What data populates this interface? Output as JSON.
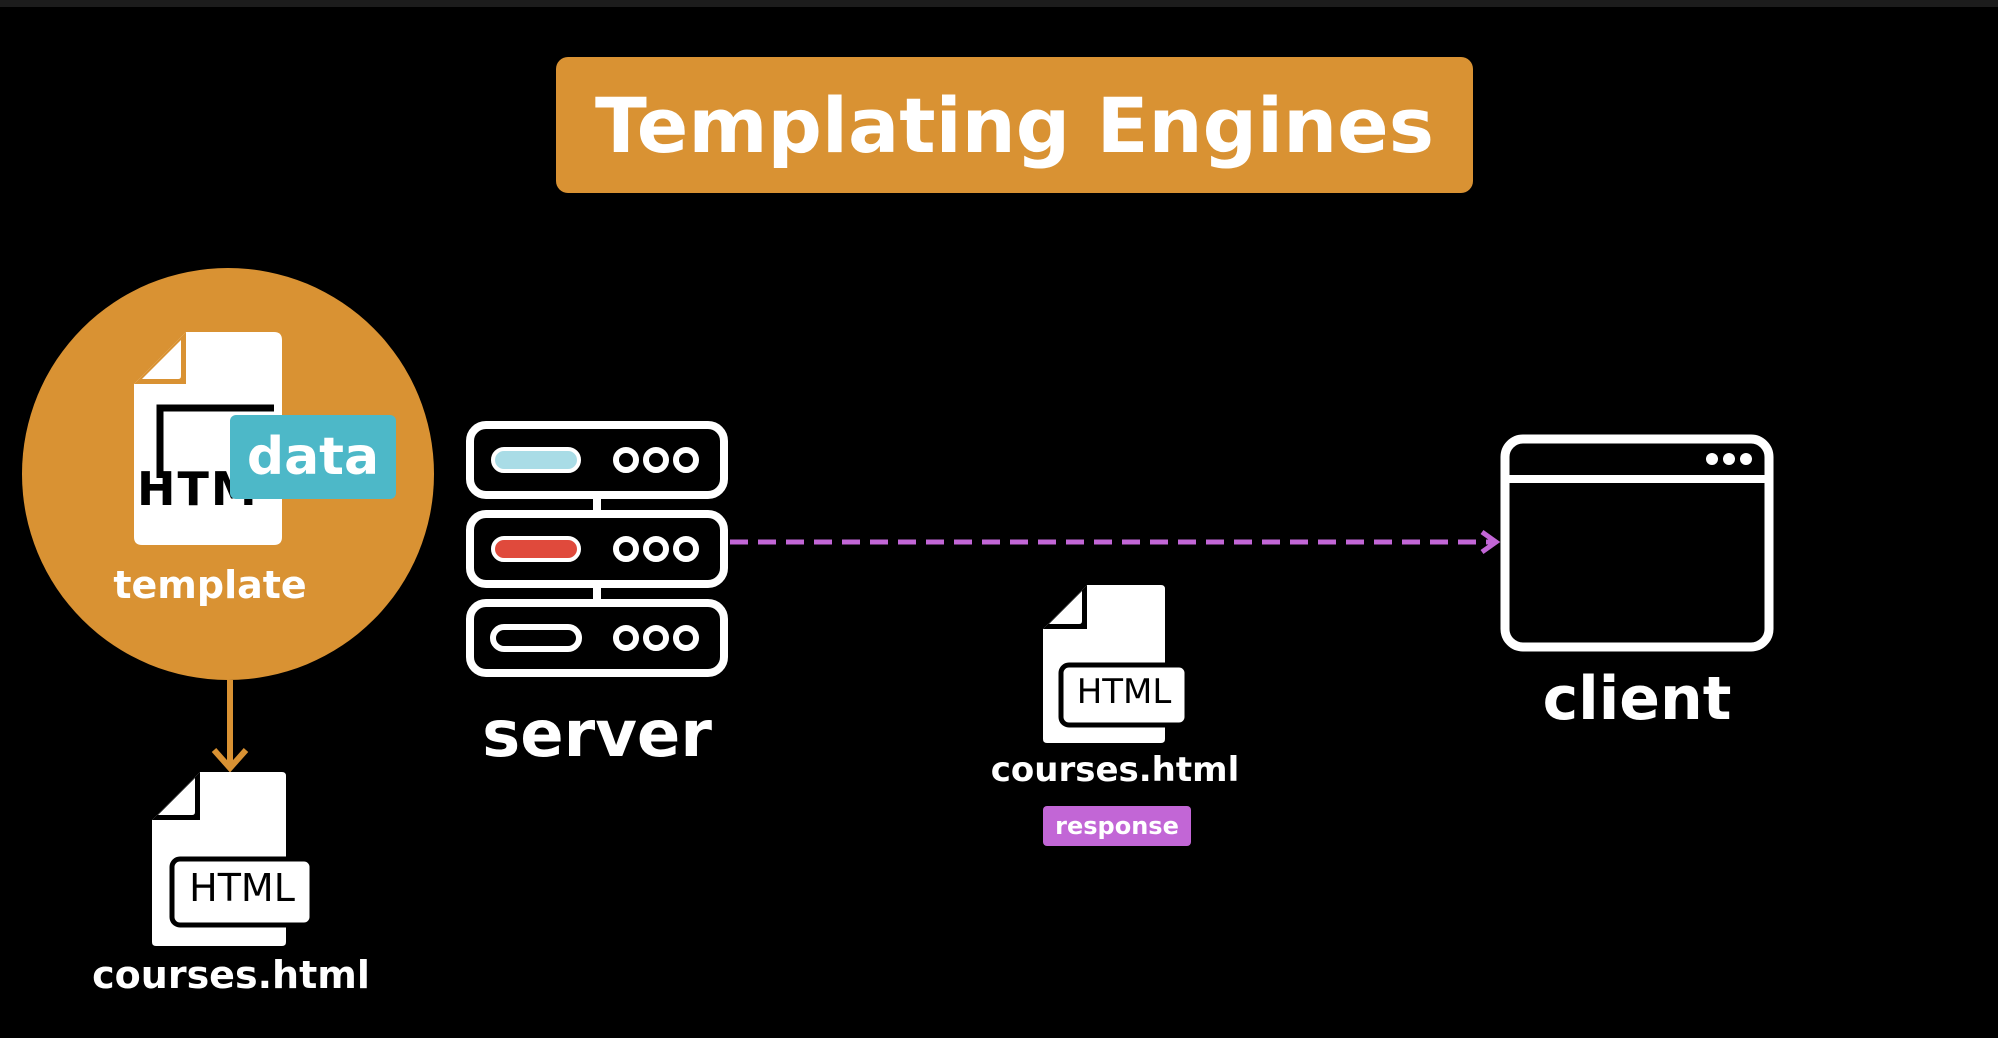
{
  "title": "Templating Engines",
  "template": {
    "file_text": "HTML",
    "data_label": "data",
    "caption": "template"
  },
  "output_file": {
    "file_text": "HTML",
    "caption": "courses.html"
  },
  "server": {
    "caption": "server"
  },
  "response_file": {
    "file_text": "HTML",
    "caption": "courses.html",
    "badge": "response"
  },
  "client": {
    "caption": "client"
  },
  "colors": {
    "accent_orange": "#D99233",
    "data_teal": "#4DB8C8",
    "arrow_purple": "#C266D6",
    "slot_light_blue": "#A9DCE6",
    "slot_red": "#E04A3C",
    "background": "#000000"
  }
}
